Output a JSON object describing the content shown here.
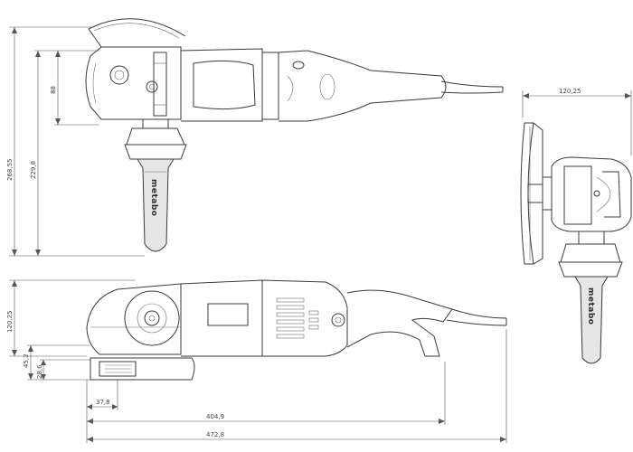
{
  "dimensions": {
    "top_height_overall": "268,55",
    "top_height_handle": "229,8",
    "top_height_head": "88",
    "front_width": "120,25",
    "side_height": "120,25",
    "side_guard_height": "45,2",
    "side_spindle_height": "28,6",
    "side_spindle_offset": "37,8",
    "side_body_length": "404,9",
    "side_overall_length": "472,8"
  },
  "brand": {
    "top_handle_text": "metabo",
    "front_handle_text": "metabo"
  },
  "colors": {
    "line": "#3a3a3a",
    "grip_fill": "#e6e6e6",
    "background": "#ffffff"
  }
}
